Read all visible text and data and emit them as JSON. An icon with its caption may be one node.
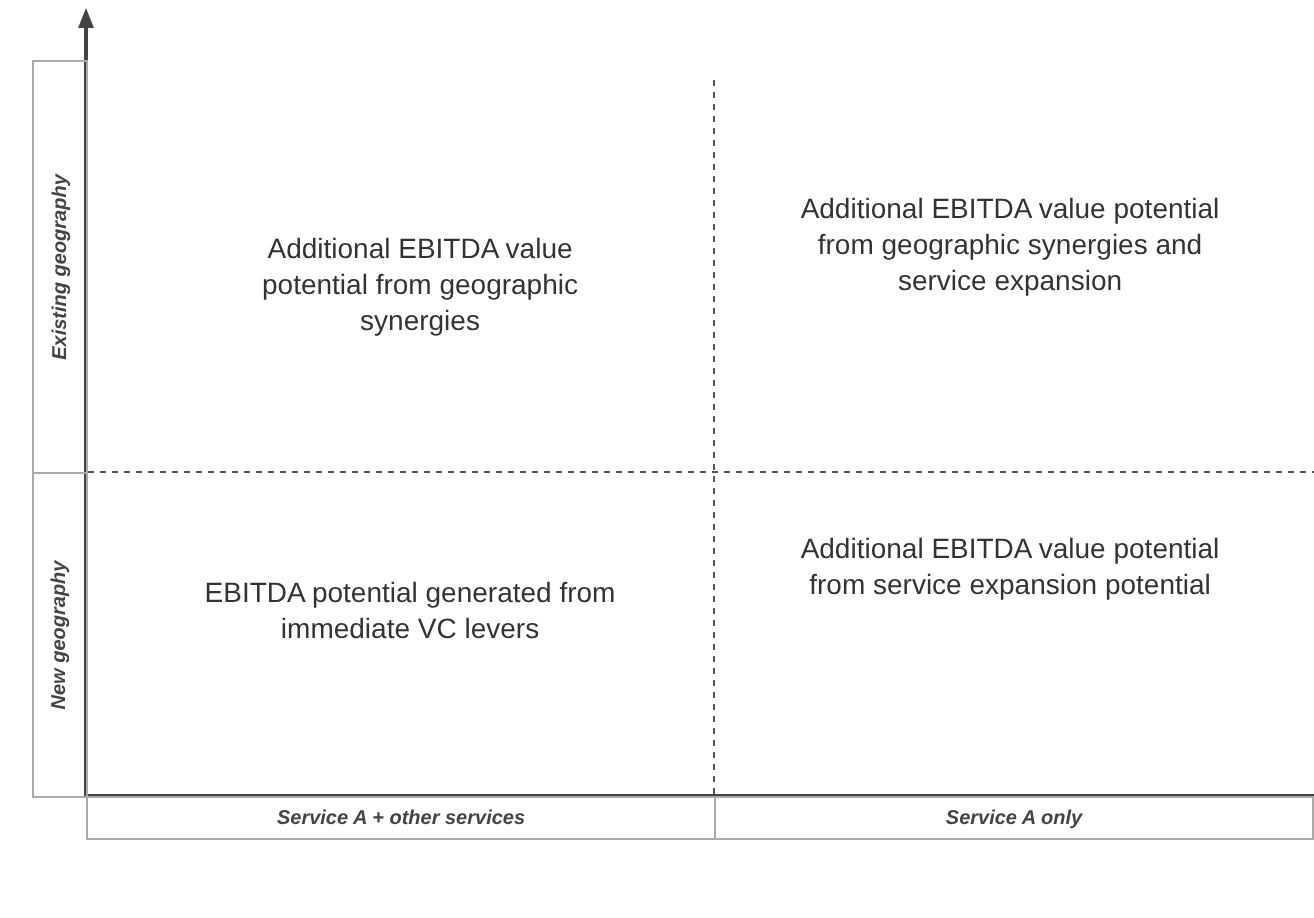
{
  "diagram": {
    "labels": [
      "Existing geography",
      "Additional EBITDA value potential from geographic synergies",
      "Additional EBITDA value potential from geographic synergies and service expansion",
      "New geography",
      "EBITDA potential generated from immediate VC levers",
      "Additional EBITDA value potential from service expansion potential",
      "Service A + other services",
      "Service A only"
    ]
  }
}
